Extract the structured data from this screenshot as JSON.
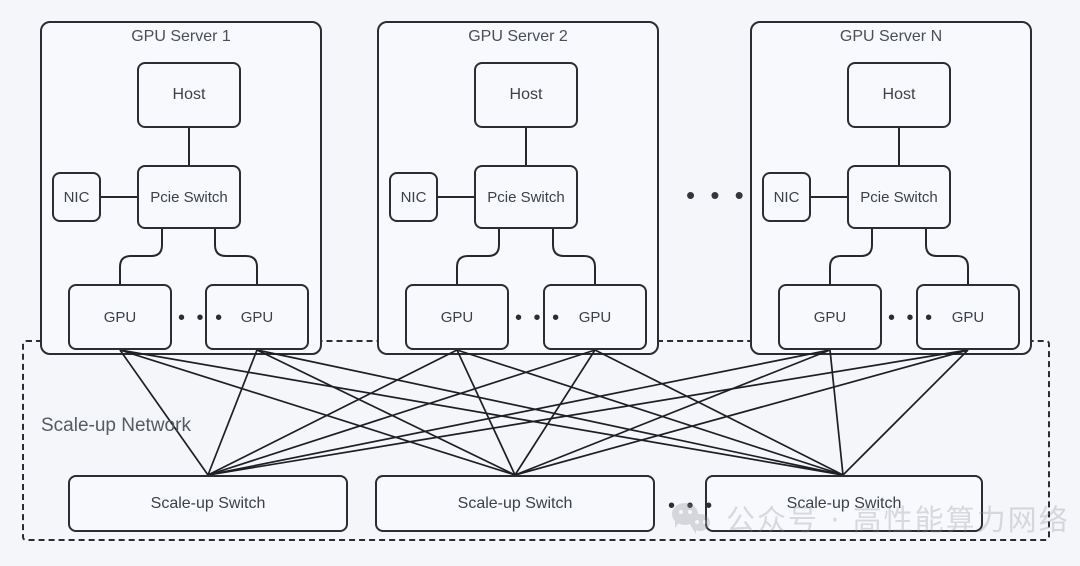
{
  "diagram": {
    "title_visible": false,
    "background_color": "#f4f6fa",
    "line_color": "#26282e",
    "box_fill": "#f7f9fc",
    "text_color": "#3c4049"
  },
  "servers": [
    {
      "title": "GPU Server 1",
      "host_label": "Host",
      "nic_label": "NIC",
      "pcie_label": "Pcie Switch",
      "gpu_left_label": "GPU",
      "gpu_right_label": "GPU",
      "gpu_ellipsis": "• • •"
    },
    {
      "title": "GPU Server 2",
      "host_label": "Host",
      "nic_label": "NIC",
      "pcie_label": "Pcie Switch",
      "gpu_left_label": "GPU",
      "gpu_right_label": "GPU",
      "gpu_ellipsis": "• • •"
    },
    {
      "title": "GPU Server N",
      "host_label": "Host",
      "nic_label": "NIC",
      "pcie_label": "Pcie Switch",
      "gpu_left_label": "GPU",
      "gpu_right_label": "GPU",
      "gpu_ellipsis": "• • •"
    }
  ],
  "server_ellipsis": "• • •",
  "scaleup": {
    "region_label": "Scale-up Network",
    "switches": [
      {
        "label": "Scale-up Switch"
      },
      {
        "label": "Scale-up Switch"
      },
      {
        "label": "Scale-up Switch"
      }
    ],
    "switch_ellipsis": "• • •"
  },
  "watermark": {
    "text": "公众号 · 高性能算力网络",
    "logo_name": "wechat-logo"
  }
}
